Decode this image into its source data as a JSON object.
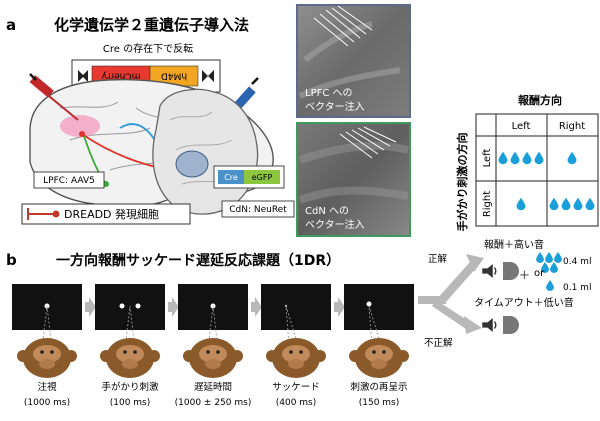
{
  "panel_a": {
    "label": "a",
    "title": "化学遺伝学２重遺伝子導入法",
    "cre_inversion": {
      "caption": "Cre の存在下で反転",
      "seg_left": "mCherry",
      "seg_right": "hM4D",
      "colors": {
        "mcherry": "#e8392f",
        "hm4d": "#f2a623"
      }
    },
    "lpfc_label": "LPFC: AAV5",
    "cdn_label": "CdN: NeuRet",
    "construct": {
      "cre": "Cre",
      "egfp": "eGFP",
      "colors": {
        "cre": "#4a90c9",
        "egfp": "#8cc63f"
      }
    },
    "legend": {
      "text": "DREADD 発現細胞",
      "color": "#c0392b"
    },
    "micrograph_lpfc": {
      "line1": "LPFC への",
      "line2": "ベクター注入"
    },
    "micrograph_cdn": {
      "line1": "CdN への",
      "line2": "ベクター注入"
    },
    "reward_table": {
      "col_header": "報酬方向",
      "row_header": "手がかり刺激の方向",
      "columns": [
        "Left",
        "Right"
      ],
      "rows": [
        "Left",
        "Right"
      ],
      "drops": [
        [
          4,
          1
        ],
        [
          1,
          4
        ]
      ],
      "drop_color": "#1a9fd9"
    }
  },
  "panel_b": {
    "label": "b",
    "title": "一方向報酬サッケード遅延反応課題（1DR）",
    "stages": [
      {
        "name": "注視",
        "time": "(1000 ms)"
      },
      {
        "name": "手がかり刺激",
        "time": "(100 ms)"
      },
      {
        "name": "遅延時間",
        "time": "(1000 ± 250 ms)"
      },
      {
        "name": "サッケード",
        "time": "(400 ms)"
      },
      {
        "name": "刺激の再呈示",
        "time": "(150 ms)"
      }
    ],
    "correct": "正解",
    "incorrect": "不正解",
    "reward_label": "報酬＋高い音",
    "amount_large": "0.4 ml",
    "amount_small": "0.1 ml",
    "or": "or",
    "timeout_label": "タイムアウト＋低い音",
    "colors": {
      "monkey": "#8b5a2b",
      "screen": "#111111",
      "arrow": "#b8b8b8",
      "drop": "#1a9fd9"
    }
  }
}
